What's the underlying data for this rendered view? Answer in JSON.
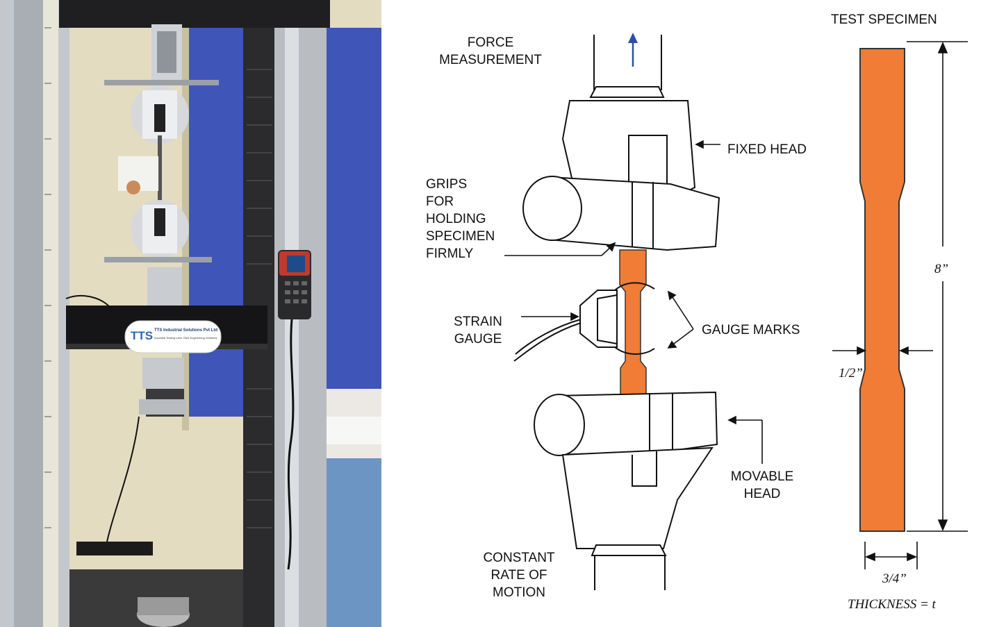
{
  "photo": {
    "description_alt": "tensile testing machine",
    "brand_badge": "TTS Industrial Solutions Pvt Ltd",
    "brand_tagline": "Industrial Testing Labs, R&D Engineering Solutions",
    "brand_logo_letters": "TTS"
  },
  "labels": {
    "force_measurement": "FORCE\nMEASUREMENT",
    "fixed_head": "FIXED HEAD",
    "grips": "GRIPS\nFOR\nHOLDING\nSPECIMEN\nFIRMLY",
    "strain_gauge": "STRAIN\nGAUGE",
    "gauge_marks": "GAUGE MARKS",
    "movable_head": "MOVABLE\nHEAD",
    "constant_rate": "CONSTANT\nRATE OF\nMOTION"
  },
  "specimen": {
    "title": "TEST SPECIMEN",
    "length": "8”",
    "neck_width": "1/2”",
    "end_width": "3/4”",
    "thickness": "THICKNESS = t",
    "fill_color": "#f07c35"
  }
}
